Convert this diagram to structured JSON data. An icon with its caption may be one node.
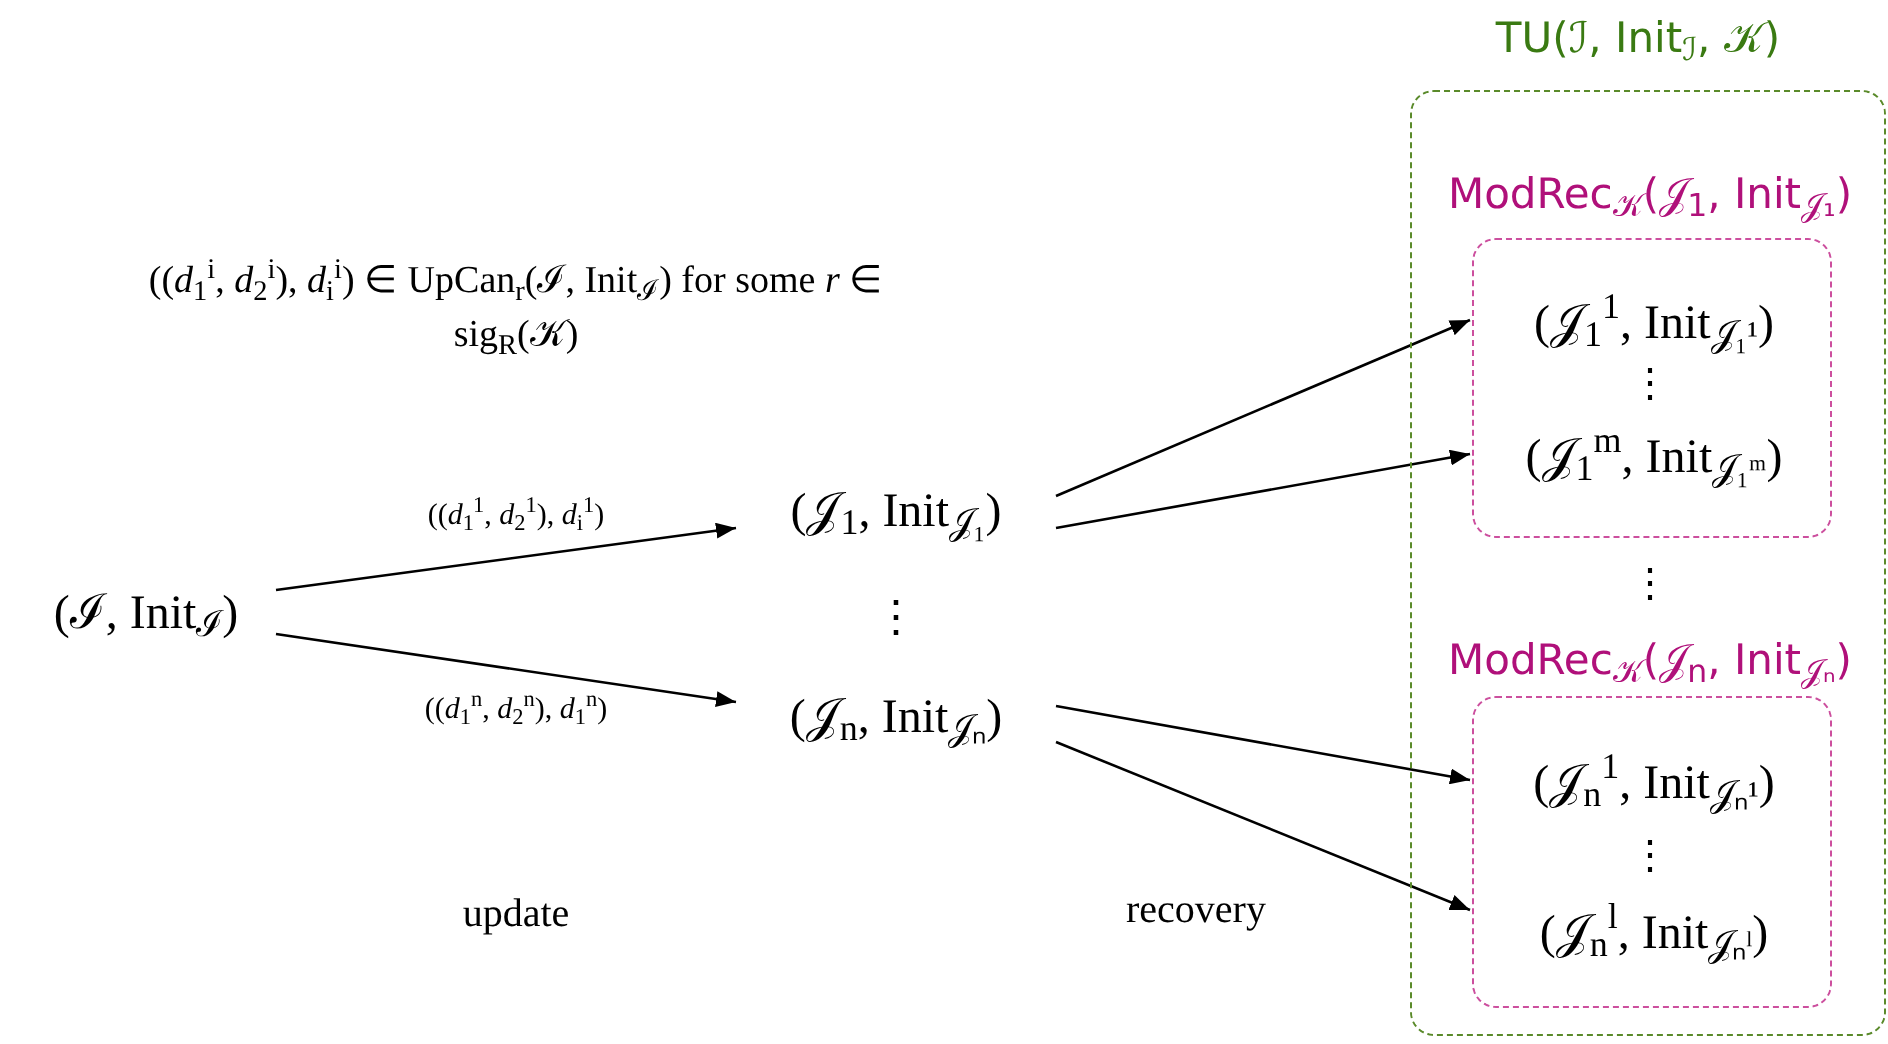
{
  "diagram": {
    "nodes": [
      {
        "text": [
          "(ℐ, Init$_{ℐ}$)"
        ]
      },
      {
        "text": [
          "(𝒥$_{1}$, Init$_{𝒥₁}$)"
        ]
      },
      {
        "text": [
          "(𝒥$_{n}$, Init$_{𝒥ₙ}$)"
        ]
      },
      {
        "text": [
          "TU(ℐ, Init$_{ℐ}$, 𝒦)"
        ]
      },
      {
        "text": [
          "ModRec$_{𝒦}$(𝒥$_{1}$, Init$_{𝒥₁}$)"
        ],
        "in": 3
      },
      {
        "text": [
          "(𝒥$_{1}$$^{1}$, Init$_{𝒥₁¹}$)"
        ],
        "in": 4
      },
      {
        "text": [
          "(𝒥$_{1}$$^{m}$, Init$_{𝒥₁ᵐ}$)"
        ],
        "in": 4
      },
      {
        "text": [
          "ModRec$_{𝒦}$(𝒥$_{n}$, Init$_{𝒥ₙ}$)"
        ],
        "in": 3
      },
      {
        "text": [
          "(𝒥$_{n}$$^{1}$, Init$_{𝒥ₙ¹}$)"
        ],
        "in": 7
      },
      {
        "text": [
          "(𝒥$_{n}$$^{l}$, Init$_{𝒥ₙˡ}$)"
        ],
        "in": 7
      }
    ],
    "edges": [
      {
        "from": 0,
        "to": 1,
        "arrow": "to",
        "label": "((*d*$_{1}$$^{1}$, *d*$_{2}$$^{1}$), *d*$_{i}$$^{1}$)"
      },
      {
        "from": 0,
        "to": 2,
        "arrow": "to",
        "label": "((*d*$_{1}$$^{n}$, *d*$_{2}$$^{n}$), *d*$_{1}$$^{n}$)"
      },
      {
        "from": 1,
        "to": 5,
        "arrow": "to"
      },
      {
        "from": 1,
        "to": 6,
        "arrow": "to"
      },
      {
        "from": 2,
        "to": 8,
        "arrow": "to"
      },
      {
        "from": 2,
        "to": 9,
        "arrow": "to"
      }
    ],
    "labels": [
      "((*d*$_{1}$$^{i}$, *d*$_{2}$$^{i}$), *d*$_{i}$$^{i}$) ∈ UpCan$_{r}$(ℐ, Init$_{ℐ}$) for some *r* ∈ sig$_{R}$(𝒦)",
      "⋮",
      "⋮",
      "⋮",
      "⋮",
      "update",
      "recovery"
    ]
  }
}
